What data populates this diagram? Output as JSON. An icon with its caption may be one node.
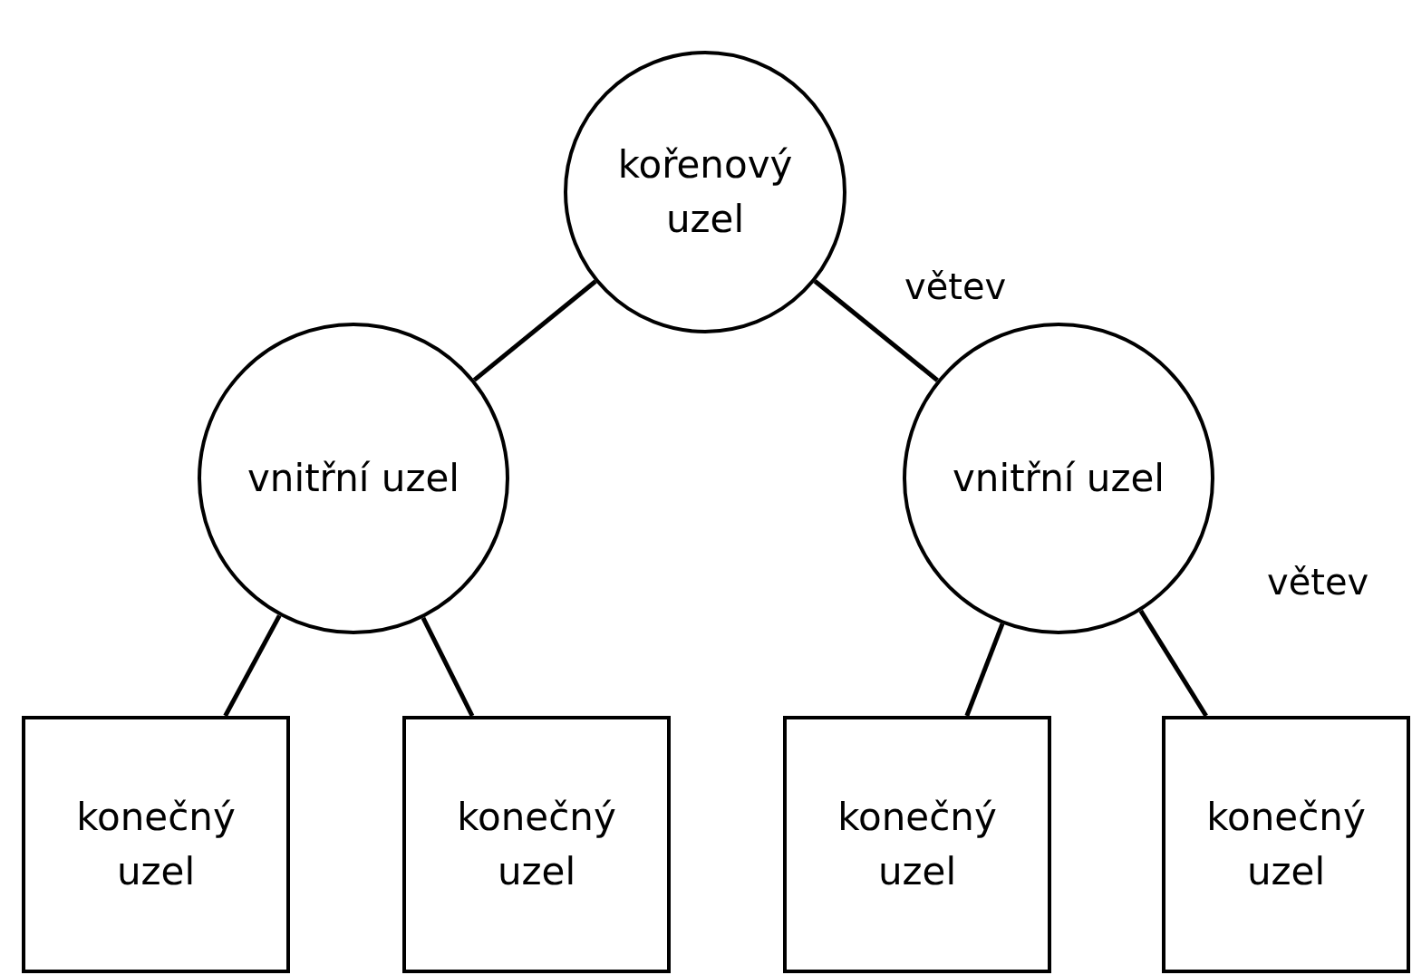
{
  "diagram": {
    "nodes": [
      {
        "text": [
          "kořenový uzel"
        ]
      },
      {
        "text": [
          "vnitřní uzel"
        ]
      },
      {
        "text": [
          "vnitřní uzel"
        ]
      },
      {
        "text": [
          "konečný uzel"
        ]
      },
      {
        "text": [
          "konečný uzel"
        ]
      },
      {
        "text": [
          "konečný uzel"
        ]
      },
      {
        "text": [
          "konečný uzel"
        ]
      }
    ],
    "edges": [
      {
        "from": 0,
        "to": 1,
        "arrow": "none"
      },
      {
        "from": 0,
        "to": 2,
        "arrow": "none",
        "label": "větev"
      },
      {
        "from": 1,
        "to": 3,
        "arrow": "none"
      },
      {
        "from": 1,
        "to": 4,
        "arrow": "none"
      },
      {
        "from": 2,
        "to": 5,
        "arrow": "none"
      },
      {
        "from": 2,
        "to": 6,
        "arrow": "none",
        "label": "větev"
      }
    ]
  }
}
